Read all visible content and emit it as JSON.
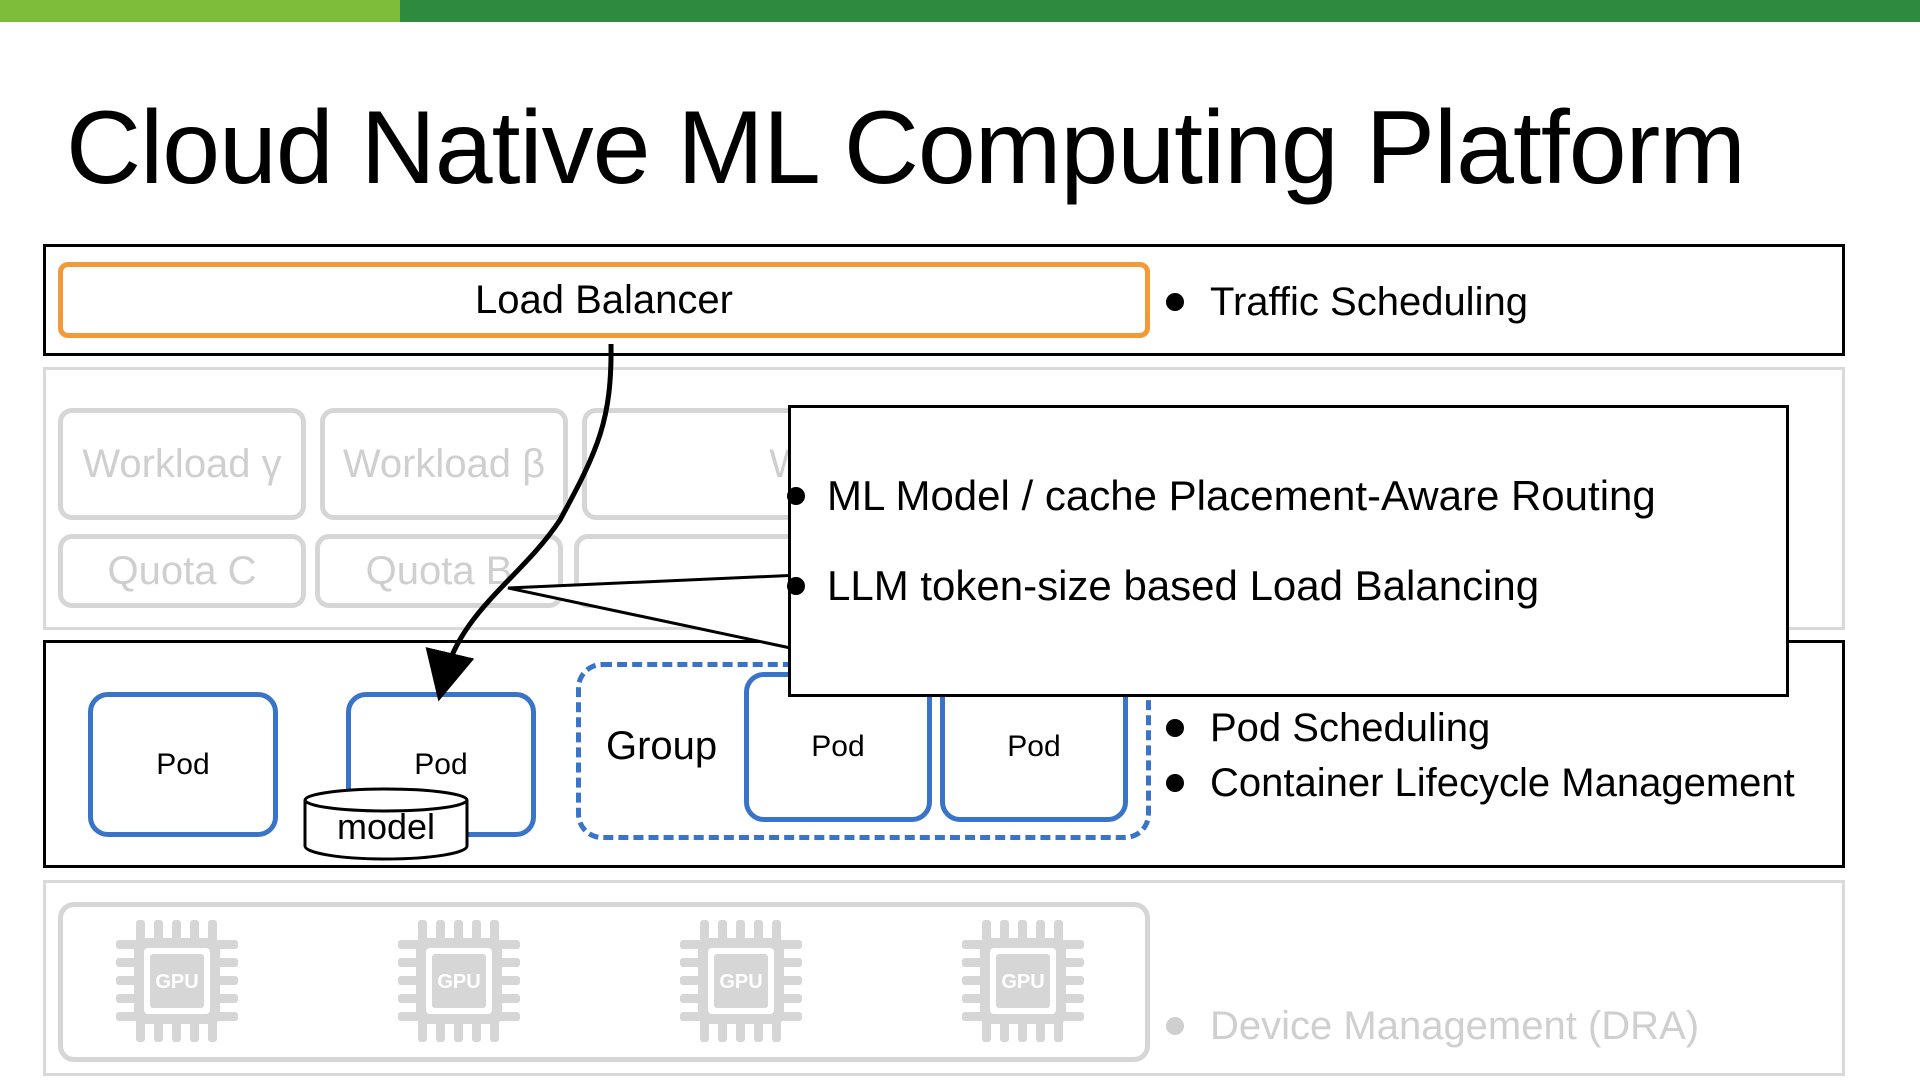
{
  "title": "Cloud Native ML Computing Platform",
  "colors": {
    "bar_light": "#7dbd3a",
    "bar_dark": "#2e8b3e",
    "load_balancer_border": "#f29a38",
    "pod_border": "#3a74c8",
    "faded": "#d6d6d6"
  },
  "traffic_layer": {
    "load_balancer": "Load Balancer",
    "bullet": "Traffic Scheduling"
  },
  "workload_layer": {
    "workloads": [
      "Workload γ",
      "Workload β",
      "W"
    ],
    "quotas": [
      "Quota C",
      "Quota B"
    ]
  },
  "callout": {
    "bullets": [
      "ML Model / cache Placement-Aware Routing",
      "LLM token-size based Load Balancing"
    ]
  },
  "pod_layer": {
    "pods": [
      "Pod",
      "Pod"
    ],
    "model_label": "model",
    "group_label": "Group",
    "group_pods": [
      "Pod",
      "Pod"
    ],
    "bullets": [
      "Pod Scheduling",
      "Container Lifecycle Management"
    ]
  },
  "device_layer": {
    "gpu_label": "GPU",
    "gpu_count": 4,
    "bullet": "Device Management (DRA)"
  }
}
